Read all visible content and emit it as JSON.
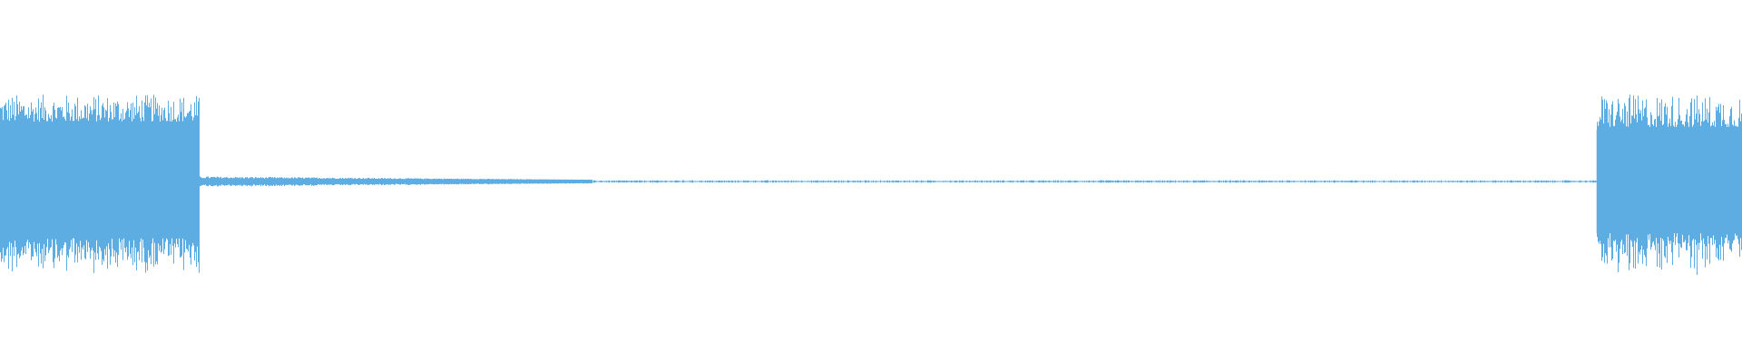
{
  "waveform": {
    "color": "#5dade2",
    "background": "#ffffff",
    "segments": [
      {
        "part": "loud-start",
        "from": 0.0,
        "to": 0.1145,
        "peak": 0.48,
        "floor": 0.33
      },
      {
        "part": "decay",
        "from": 0.1145,
        "to": 0.34,
        "peak": 0.028,
        "floor": 0.01
      },
      {
        "part": "near-silence",
        "from": 0.34,
        "to": 0.9165,
        "peak": 0.007,
        "floor": 0.002
      },
      {
        "part": "loud-end",
        "from": 0.9165,
        "to": 1.0,
        "peak": 0.48,
        "floor": 0.3
      }
    ]
  }
}
